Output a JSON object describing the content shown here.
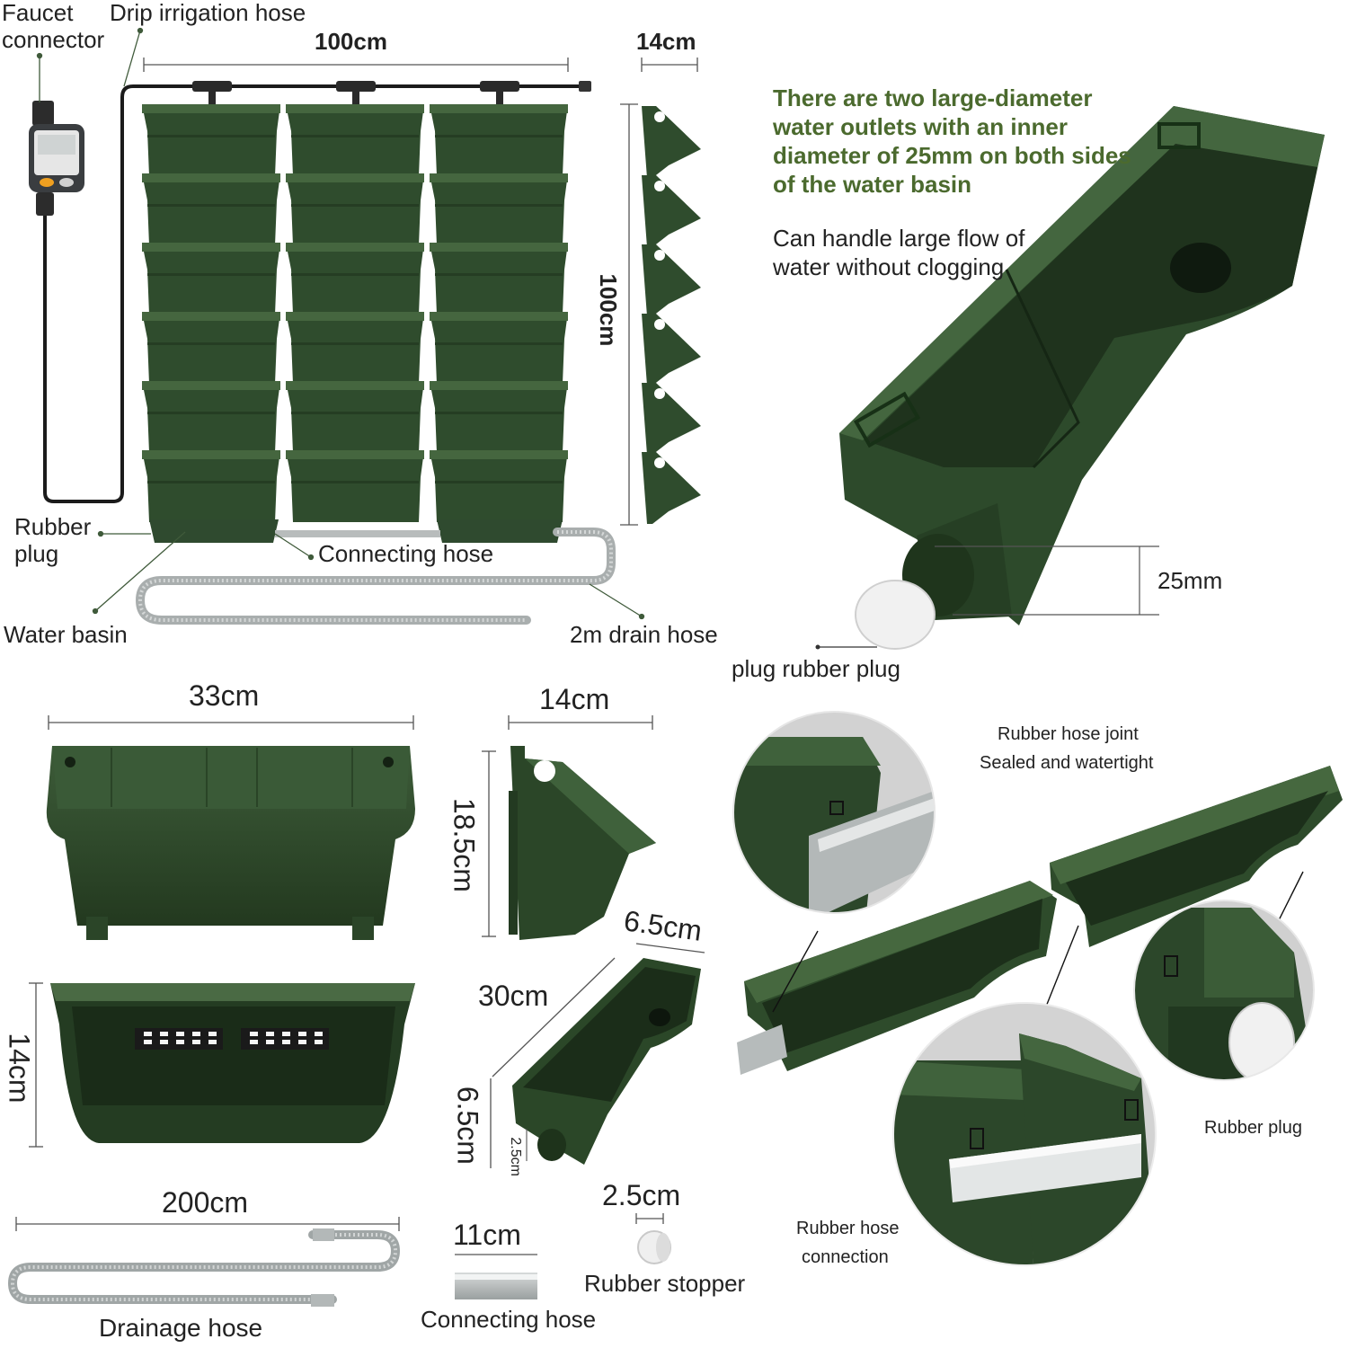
{
  "colors": {
    "pot": "#2f4a2f",
    "pot_dark": "#213621",
    "pot_light": "#46653f",
    "hose": "#b9bdbd",
    "hose_dark": "#8e9494",
    "line": "#5a6b55",
    "accent_text": "#4b6a2e",
    "dot": "#3a5a3a"
  },
  "top": {
    "faucet_label": "Faucet\nconnector",
    "drip_label": "Drip irrigation hose",
    "width_label": "100cm",
    "depth_label": "14cm",
    "height_label": "100cm",
    "rubber_plug_label": "Rubber\nplug",
    "connecting_hose_label": "Connecting hose",
    "water_basin_label": "Water basin",
    "drain_hose_label": "2m drain hose"
  },
  "basin": {
    "headline": "There are two large-diameter water outlets with an inner diameter of 25mm on both sides of the water basin",
    "subline": "Can handle large flow of water without clogging",
    "dim_label": "25mm",
    "plug_label": "plug rubber plug"
  },
  "dims": {
    "pot_width": "33cm",
    "pot_depth": "14cm",
    "pot_height": "18.5cm",
    "front_height": "14cm",
    "basin_length": "30cm",
    "basin_width": "6.5cm",
    "basin_height": "6.5cm",
    "outlet": "2.5cm",
    "drain_length": "200cm",
    "drain_label": "Drainage hose",
    "conn_length": "11cm",
    "conn_label": "Connecting hose",
    "stopper_size": "2.5cm",
    "stopper_label": "Rubber stopper"
  },
  "detail": {
    "joint_label_1": "Rubber hose joint",
    "joint_label_2": "Sealed and watertight",
    "plug_label": "Rubber plug",
    "connection_label_1": "Rubber hose",
    "connection_label_2": "connection"
  }
}
